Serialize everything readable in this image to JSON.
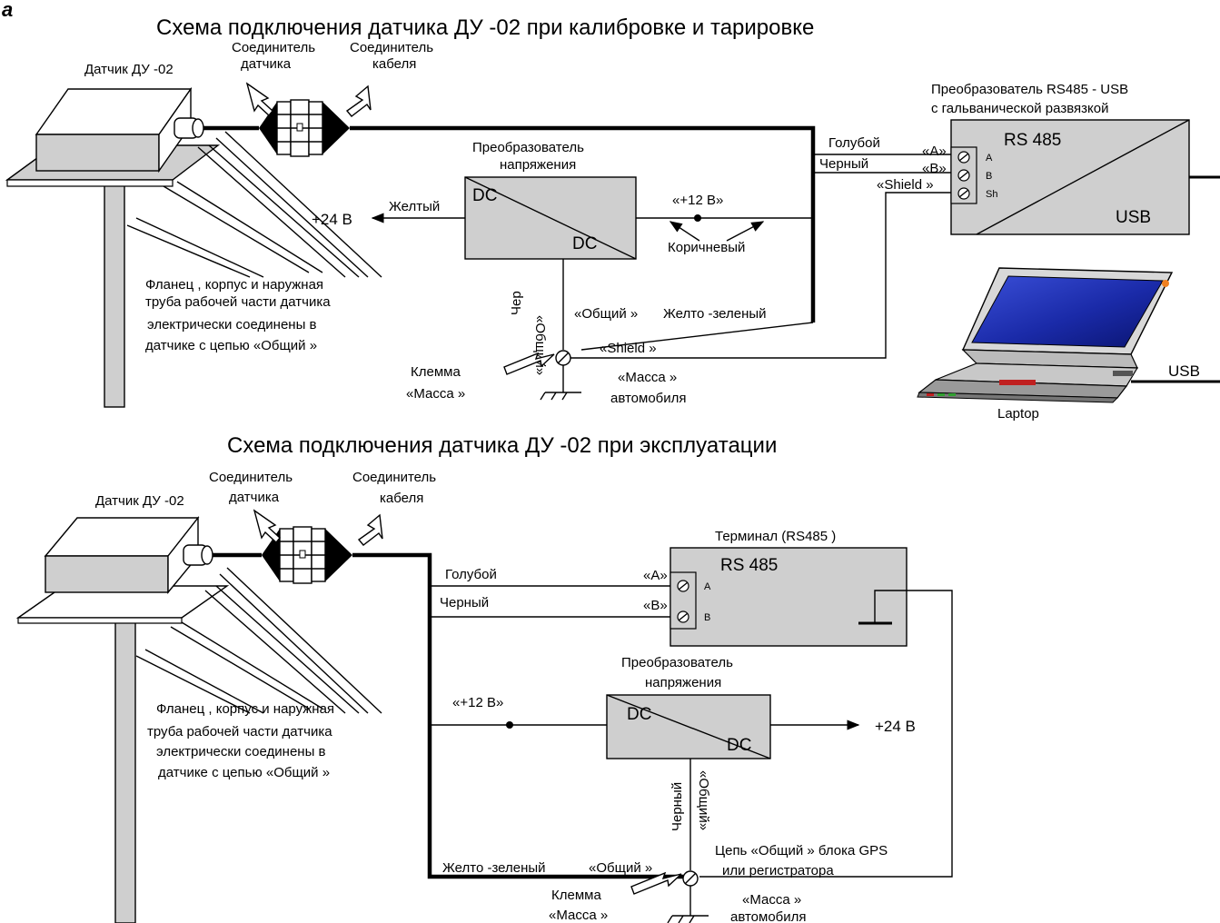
{
  "page_letter": "а",
  "top": {
    "title": "Схема подключения датчика ДУ   -02 при калибровке и тарировке",
    "sensor": "Датчик ДУ -02",
    "sensor_conn": [
      "Соединитель",
      "датчика"
    ],
    "cable_conn": [
      "Соединитель",
      "кабеля"
    ],
    "converter": [
      "Преобразователь",
      "напряжения"
    ],
    "dc_in": "DC",
    "dc_out": "DC",
    "plus24": "+24 В",
    "yellow": "Желтый",
    "plus12": "«+12 В»",
    "brown": "Коричневый",
    "black_vert": "Чер",
    "common_vert": "«Общий»",
    "flange": [
      "Фланец , корпус и наружная",
      "труба рабочей части датчика",
      "электрически соединены  в",
      "датчике с цепью   «Общий »"
    ],
    "common_label": "«Общий »",
    "yellow_green": "Желто -зеленый",
    "shield": "«Shield »",
    "mass": [
      "«Масса »",
      "автомобиля"
    ],
    "clamp": [
      "Клемма",
      "«Масса »"
    ],
    "rs_conv": [
      "Преобразователь    RS485 - USB",
      "с гальванической развязкой"
    ],
    "blue": "Голубой",
    "black": "Черный",
    "pin_a_q": "«А»",
    "pin_b_q": "«В»",
    "pin_sh_q": "«Shield »",
    "rs485": "RS 485",
    "usb": "USB",
    "pins": [
      "A",
      "B",
      "Sh"
    ],
    "usb_cable": "USB",
    "laptop": "Laptop"
  },
  "bottom": {
    "title": "Схема подключения датчика ДУ   -02 при эксплуатации",
    "sensor": "Датчик ДУ -02",
    "sensor_conn": [
      "Соединитель",
      "датчика"
    ],
    "cable_conn": [
      "Соединитель",
      "кабеля"
    ],
    "terminal": "Терминал (RS485 )",
    "rs485": "RS 485",
    "blue": "Голубой",
    "black": "Черный",
    "pin_a_q": "«А»",
    "pin_b_q": "«В»",
    "pins": [
      "A",
      "B"
    ],
    "converter": [
      "Преобразователь",
      "напряжения"
    ],
    "plus12": "«+12 В»",
    "dc_in": "DC",
    "dc_out": "DC",
    "plus24": "+24 В",
    "black_vert": "Черный",
    "common_vert": "«Общий»",
    "flange": [
      "Фланец , корпус и наружная",
      "труба рабочей части датчика",
      "электрически соединены  в",
      "датчике с цепью   «Общий »"
    ],
    "gps": [
      "Цепь  «Общий » блока  GPS",
      "или регистратора"
    ],
    "yellow_green": "Желто -зеленый",
    "common_label": "«Общий »",
    "clamp": [
      "Клемма",
      "«Масса »"
    ],
    "mass": [
      "«Масса »",
      "автомобиля"
    ]
  }
}
